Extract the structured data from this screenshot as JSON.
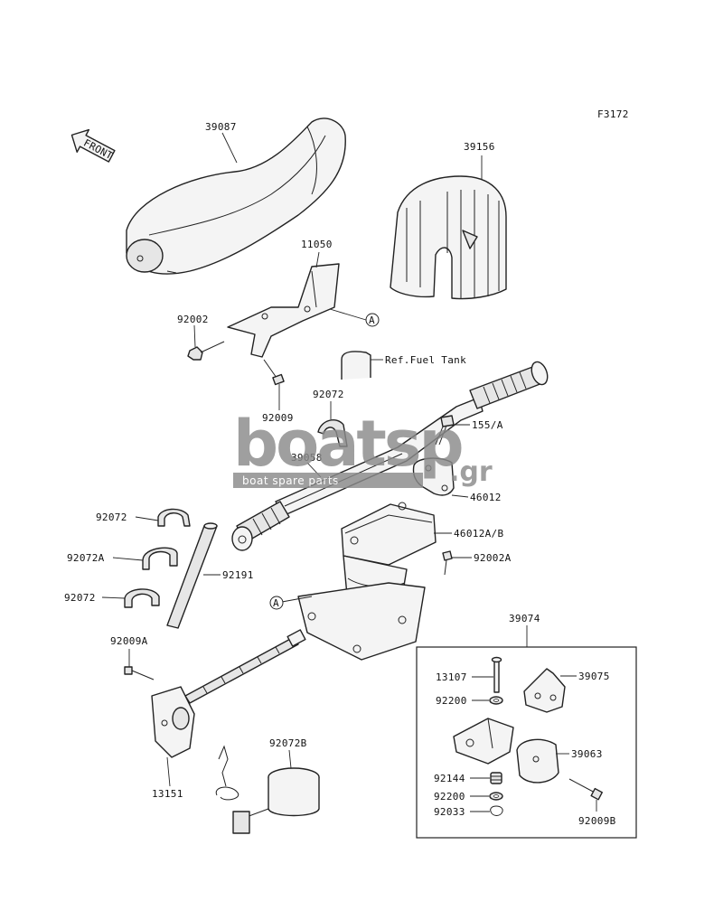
{
  "diagram_code": "F3172",
  "front_label": "FRONT",
  "ref_label": "A",
  "ref_fuel_tank": "Ref.Fuel Tank",
  "parts": {
    "p39087": "39087",
    "p39156": "39156",
    "p11050": "11050",
    "p92002": "92002",
    "p92009": "92009",
    "p92072_top": "92072",
    "p155A": "155/A",
    "p39058": "39058",
    "p46012": "46012",
    "p46012AB": "46012A/B",
    "p92002A": "92002A",
    "p92072_a": "92072",
    "p92072A": "92072A",
    "p92072_b": "92072",
    "p92191": "92191",
    "p92009A": "92009A",
    "p13151": "13151",
    "p92072B": "92072B",
    "p39074": "39074",
    "p13107": "13107",
    "p39075": "39075",
    "p92200_a": "92200",
    "p39063": "39063",
    "p92144": "92144",
    "p92200_b": "92200",
    "p92033": "92033",
    "p92009B": "92009B"
  },
  "watermark": {
    "main": "boatsp",
    "suffix": ".gr",
    "tagline": "boat spare parts",
    "color": "#8a8a8a"
  }
}
